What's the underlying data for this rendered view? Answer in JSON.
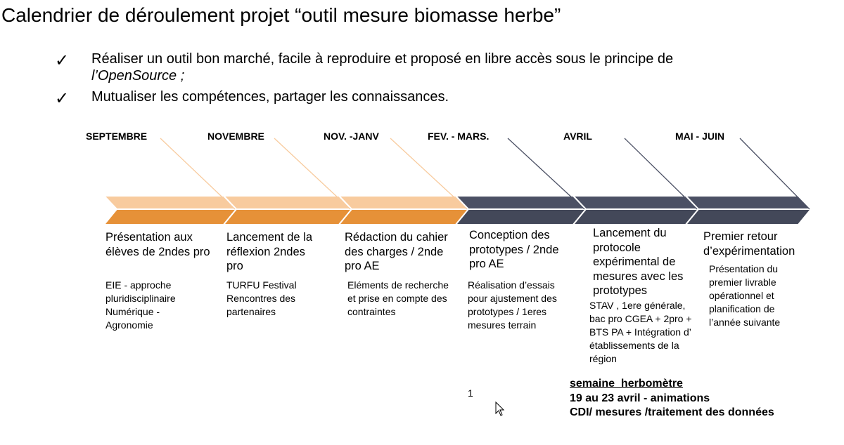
{
  "title": "Calendrier de déroulement projet “outil mesure biomasse herbe”",
  "bullets": [
    {
      "icon": "check-icon",
      "mark": "✓",
      "text": "Réaliser un outil  bon marché, facile à reproduire et proposé en libre accès sous le principe de",
      "italic": "l’OpenSource ;"
    },
    {
      "icon": "check-icon",
      "mark": "✓",
      "text": "Mutualiser les compétences, partager les connaissances."
    }
  ],
  "colors": {
    "light_orange": "#F8CB9E",
    "orange": "#E69138",
    "slate_top": "#4B5064",
    "slate_bottom": "#434859",
    "line_orange": "#F8CB9E",
    "line_slate": "#4B5064"
  },
  "phases": [
    {
      "month": "SEPTEMBRE",
      "title": "Présentation aux élèves de 2ndes pro",
      "details": "EIE - approche pluridisciplinaire Numérique - Agronomie",
      "style": "orange"
    },
    {
      "month": "NOVEMBRE",
      "title": "Lancement de la réflexion 2ndes pro",
      "details": "TURFU Festival Rencontres des partenaires",
      "style": "orange"
    },
    {
      "month": "NOV. -JANV",
      "title": "Rédaction du cahier des charges / 2nde pro AE",
      "details": "Eléments de recherche et prise en compte des contraintes",
      "style": "orange"
    },
    {
      "month": "FEV. - MARS.",
      "title": "Conception des prototypes / 2nde pro AE",
      "details": "Réalisation d’essais pour ajustement des prototypes / 1eres mesures terrain",
      "style": "slate"
    },
    {
      "month": "AVRIL",
      "title": "Lancement du protocole expérimental de mesures avec les prototypes",
      "details": "STAV , 1ere générale, bac pro CGEA + 2pro + BTS PA + Intégration d’ établissements de la région",
      "style": "slate"
    },
    {
      "month": "MAI - JUIN",
      "title": "Premier retour d’expérimentation",
      "details": "Présentation du premier livrable opérationnel et planification de l’année suivante",
      "style": "slate"
    }
  ],
  "herbometre": {
    "heading": "semaine  herbomètre",
    "line1": "19 au 23 avril - animations",
    "line2": "CDI/ mesures /traitement des données"
  },
  "page_number": "1"
}
